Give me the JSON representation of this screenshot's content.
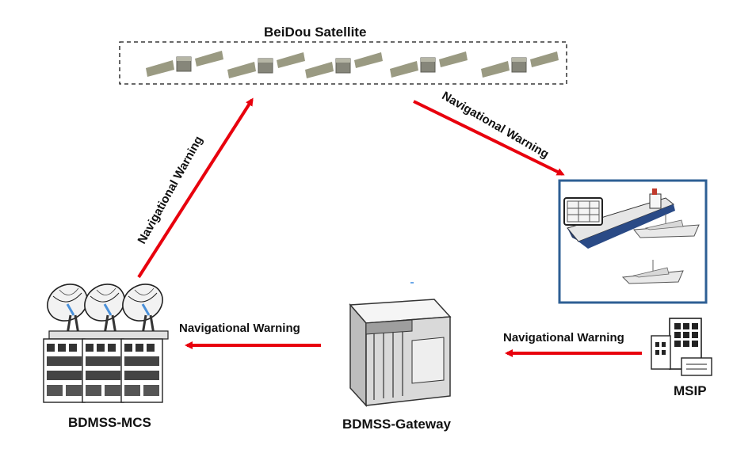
{
  "labels": {
    "satellite": "BeiDou Satellite",
    "mcs": "BDMSS-MCS",
    "gateway": "BDMSS-Gateway",
    "msip": "MSIP"
  },
  "warnings": {
    "mcs_to_satellite": "Navigational Warning",
    "satellite_to_ships": "Navigational Warning",
    "gateway_to_mcs": "Navigational Warning",
    "msip_to_gateway": "Navigational Warning"
  },
  "colors": {
    "arrow": "#e8000d",
    "ships_frame": "#2e5f94",
    "satellite_body": "#8d8d75"
  }
}
